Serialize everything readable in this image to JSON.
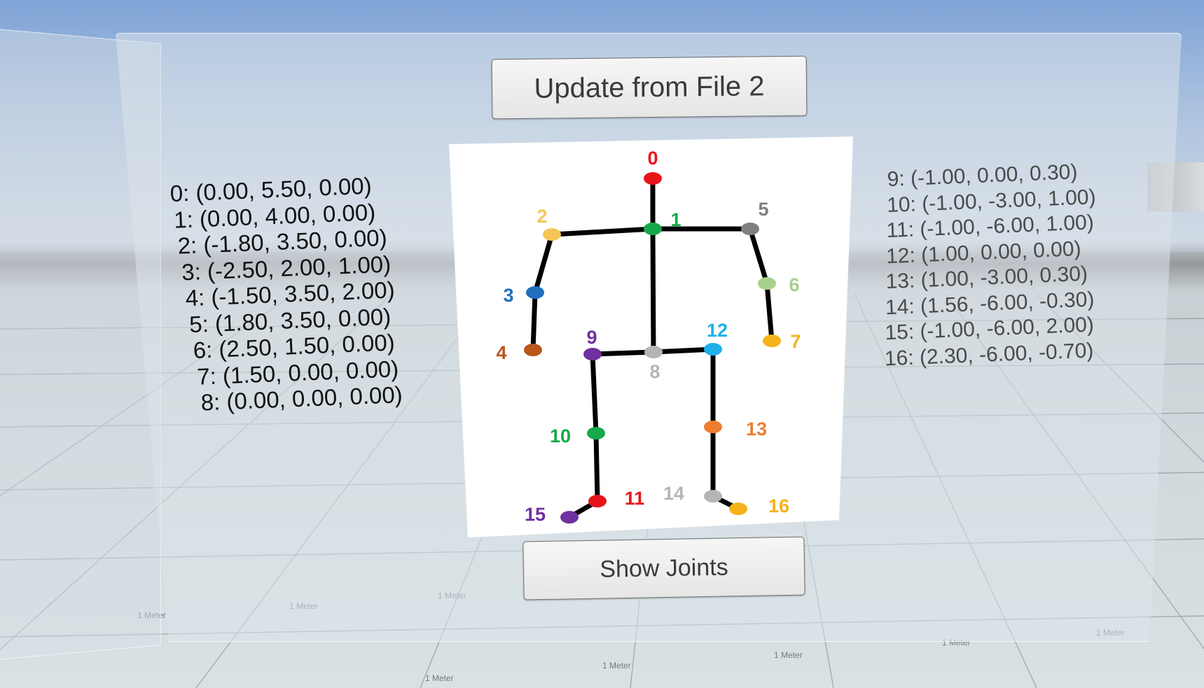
{
  "buttons": {
    "update_label": "Update from File 2",
    "show_joints_label": "Show Joints"
  },
  "joint_coordinates_left": [
    "0: (0.00, 5.50, 0.00)",
    "1: (0.00, 4.00, 0.00)",
    "2: (-1.80, 3.50, 0.00)",
    "3: (-2.50, 2.00, 1.00)",
    "4: (-1.50, 3.50, 2.00)",
    "5: (1.80, 3.50, 0.00)",
    "6: (2.50, 1.50, 0.00)",
    "7: (1.50, 0.00, 0.00)",
    "8: (0.00, 0.00, 0.00)"
  ],
  "joint_coordinates_right": [
    "9: (-1.00, 0.00, 0.30)",
    "10: (-1.00, -3.00, 1.00)",
    "11: (-1.00, -6.00, 1.00)",
    "12: (1.00, 0.00, 0.00)",
    "13: (1.00, -3.00, 0.30)",
    "14: (1.56, -6.00, -0.30)",
    "15: (-1.00, -6.00, 2.00)",
    "16: (2.30, -6.00, -0.70)"
  ],
  "skeleton_joints": [
    {
      "id": "0",
      "color": "#e8141c"
    },
    {
      "id": "1",
      "color": "#16a84a"
    },
    {
      "id": "2",
      "color": "#f5c656"
    },
    {
      "id": "3",
      "color": "#1f6fbd"
    },
    {
      "id": "4",
      "color": "#b8561b"
    },
    {
      "id": "5",
      "color": "#808080"
    },
    {
      "id": "6",
      "color": "#a8d08d"
    },
    {
      "id": "7",
      "color": "#f6b21a"
    },
    {
      "id": "8",
      "color": "#b5b5b5"
    },
    {
      "id": "9",
      "color": "#7030a0"
    },
    {
      "id": "10",
      "color": "#16a84a"
    },
    {
      "id": "11",
      "color": "#e8141c"
    },
    {
      "id": "12",
      "color": "#1fb0ea"
    },
    {
      "id": "13",
      "color": "#ed7d31"
    },
    {
      "id": "14",
      "color": "#b5b5b5"
    },
    {
      "id": "15",
      "color": "#7030a0"
    },
    {
      "id": "16",
      "color": "#f6b21a"
    }
  ],
  "grid_label": "1 Meter"
}
